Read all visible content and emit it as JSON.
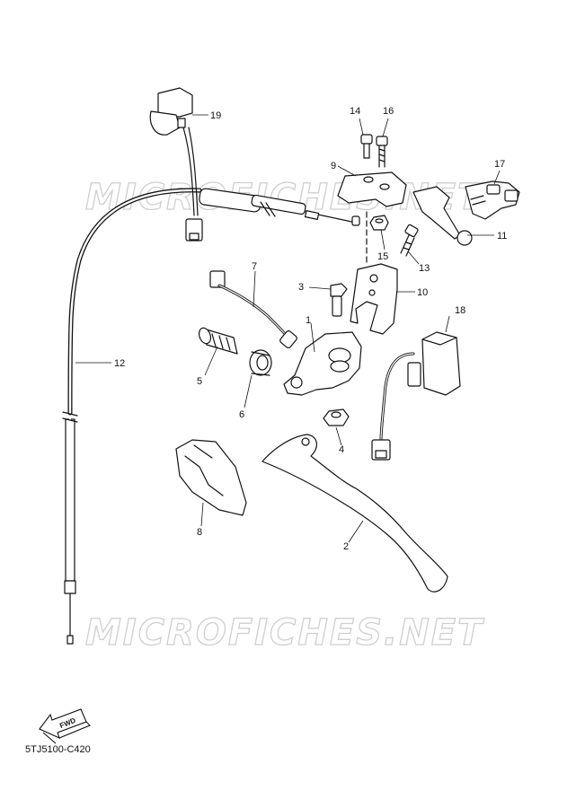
{
  "watermark": "MICROFICHES.NET",
  "diagram_code": "5TJ5100-C420",
  "fwd_label": "FWD",
  "callouts": [
    "1",
    "2",
    "3",
    "4",
    "5",
    "6",
    "7",
    "8",
    "9",
    "10",
    "11",
    "12",
    "13",
    "14",
    "15",
    "16",
    "17",
    "18",
    "19"
  ]
}
